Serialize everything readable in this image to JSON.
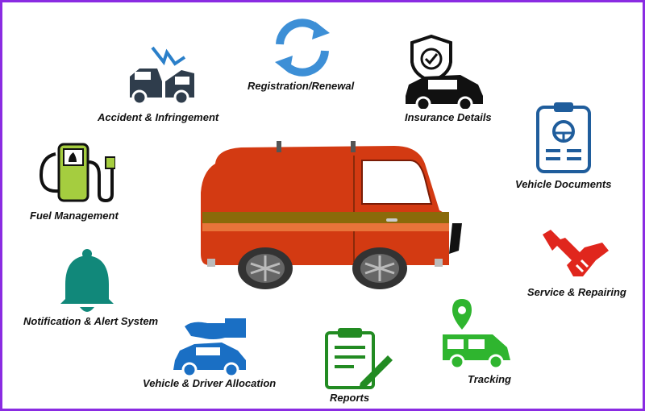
{
  "features": [
    {
      "key": "accident",
      "label": "Accident & Infringement",
      "icon": "car-crash-icon",
      "color": "#2f3d4c"
    },
    {
      "key": "registration",
      "label": "Registration/Renewal",
      "icon": "refresh-arrows-icon",
      "color": "#3d8fd6"
    },
    {
      "key": "insurance",
      "label": "Insurance Details",
      "icon": "shield-car-icon",
      "color": "#111111"
    },
    {
      "key": "documents",
      "label": "Vehicle Documents",
      "icon": "clipboard-steering-icon",
      "color": "#1f5d9c"
    },
    {
      "key": "fuel",
      "label": "Fuel Management",
      "icon": "fuel-pump-icon",
      "color": "#a5cd3f"
    },
    {
      "key": "service",
      "label": "Service & Repairing",
      "icon": "wrench-handshake-icon",
      "color": "#e0261d"
    },
    {
      "key": "notification",
      "label": "Notification & Alert System",
      "icon": "bell-icon",
      "color": "#11887a"
    },
    {
      "key": "allocation",
      "label": "Vehicle & Driver Allocation",
      "icon": "hand-car-icon",
      "color": "#1a6fc4"
    },
    {
      "key": "reports",
      "label": "Reports",
      "icon": "clipboard-pencil-icon",
      "color": "#228b22"
    },
    {
      "key": "tracking",
      "label": "Tracking",
      "icon": "van-location-icon",
      "color": "#2fb52f"
    }
  ],
  "van": {
    "icon": "van-illustration",
    "body_color": "#d33a12"
  },
  "frame_color": "#8a2be2"
}
